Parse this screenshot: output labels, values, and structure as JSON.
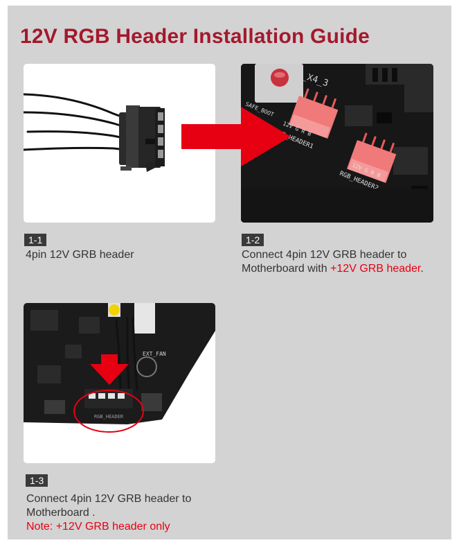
{
  "title": "12V RGB Header Installation Guide",
  "steps": [
    {
      "badge": "1-1",
      "text": "4pin 12V GRB header"
    },
    {
      "badge": "1-2",
      "text1": "Connect 4pin 12V GRB header to",
      "text2a": "Motherboard with ",
      "text2b": "+12V GRB header",
      "text2c": "."
    },
    {
      "badge": "1-3",
      "text1": "Connect 4pin 12V GRB header to",
      "text2": "Motherboard .",
      "note": "Note: +12V GRB header only"
    }
  ],
  "board": {
    "header1_pins": "12V G R B",
    "header1_name": "RGB_HEADER1",
    "header2_pins": "12V G R B",
    "header2_name": "RGB_HEADER2",
    "safe_boot": "SAFE_BOOT",
    "pcie_label": "E_X4_3",
    "ext_fan": "EXT_FAN",
    "rgb_header": "RGB_HEADER"
  },
  "colors": {
    "title": "#a3192d",
    "accent": "#e60012",
    "pink_header": "#f07a7a"
  }
}
